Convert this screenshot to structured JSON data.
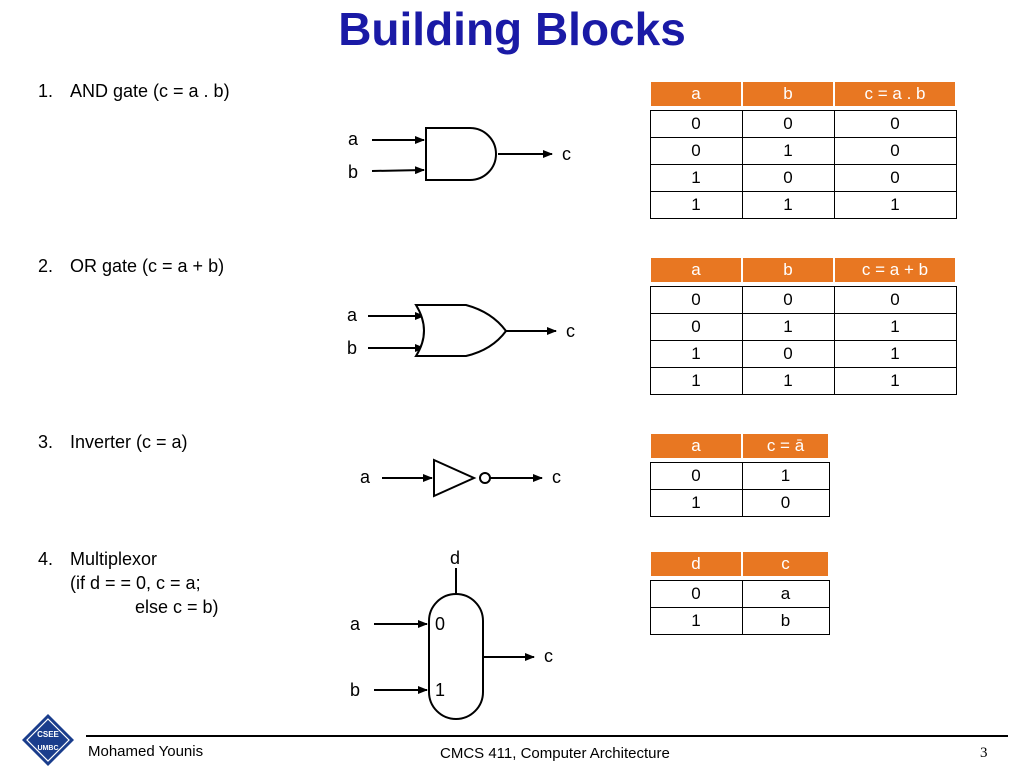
{
  "title": "Building Blocks",
  "items": [
    {
      "num": "1.",
      "text": "AND gate (c = a . b)"
    },
    {
      "num": "2.",
      "text": "OR gate (c = a + b)"
    },
    {
      "num": "3.",
      "text": "Inverter (c = a)"
    },
    {
      "num": "4.",
      "text": "Multiplexor"
    }
  ],
  "mux_condition": [
    "(if d = = 0, c = a;",
    "else c = b)"
  ],
  "gate_labels": {
    "and": {
      "in1": "a",
      "in2": "b",
      "out": "c"
    },
    "or": {
      "in1": "a",
      "in2": "b",
      "out": "c"
    },
    "inv": {
      "in": "a",
      "out": "c"
    },
    "mux": {
      "sel": "d",
      "in1": "a",
      "in2": "b",
      "out": "c",
      "port0": "0",
      "port1": "1"
    }
  },
  "tables": {
    "and": {
      "headers": [
        "a",
        "b",
        "c = a . b"
      ],
      "rows": [
        [
          "0",
          "0",
          "0"
        ],
        [
          "0",
          "1",
          "0"
        ],
        [
          "1",
          "0",
          "0"
        ],
        [
          "1",
          "1",
          "1"
        ]
      ]
    },
    "or": {
      "headers": [
        "a",
        "b",
        "c = a + b"
      ],
      "rows": [
        [
          "0",
          "0",
          "0"
        ],
        [
          "0",
          "1",
          "1"
        ],
        [
          "1",
          "0",
          "1"
        ],
        [
          "1",
          "1",
          "1"
        ]
      ]
    },
    "inv": {
      "headers": [
        "a",
        "c = ā"
      ],
      "rows": [
        [
          "0",
          "1"
        ],
        [
          "1",
          "0"
        ]
      ]
    },
    "mux": {
      "headers": [
        "d",
        "c"
      ],
      "rows": [
        [
          "0",
          "a"
        ],
        [
          "1",
          "b"
        ]
      ]
    }
  },
  "footer": {
    "author": "Mohamed Younis",
    "course": "CMCS 411, Computer Architecture",
    "page": "3"
  },
  "logo": {
    "line1": "CSEE",
    "line2": "UMBC"
  },
  "colors": {
    "title": "#1a1aa6",
    "table_header": "#e87722"
  }
}
